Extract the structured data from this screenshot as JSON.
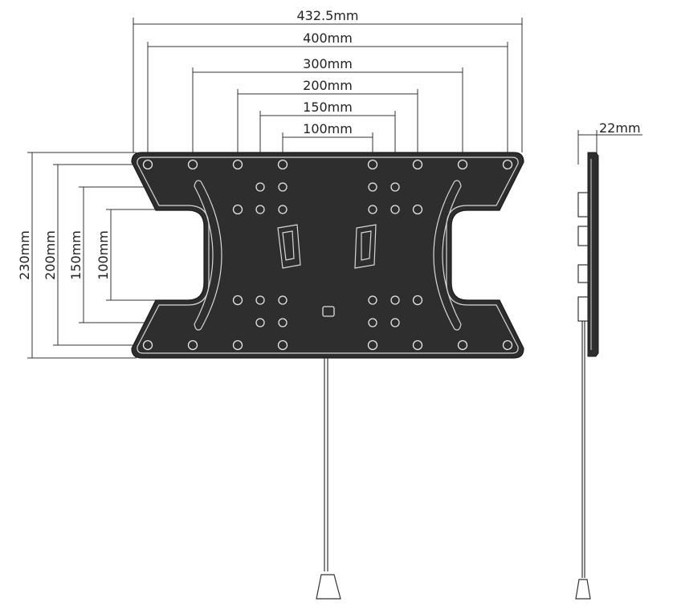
{
  "dimensions": {
    "overall_width": "432.5mm",
    "vesa_400": "400mm",
    "vesa_300": "300mm",
    "vesa_200": "200mm",
    "vesa_150": "150mm",
    "vesa_100": "100mm",
    "overall_height": "230mm",
    "height_200": "200mm",
    "height_150": "150mm",
    "height_100": "100mm",
    "depth": "22mm"
  }
}
